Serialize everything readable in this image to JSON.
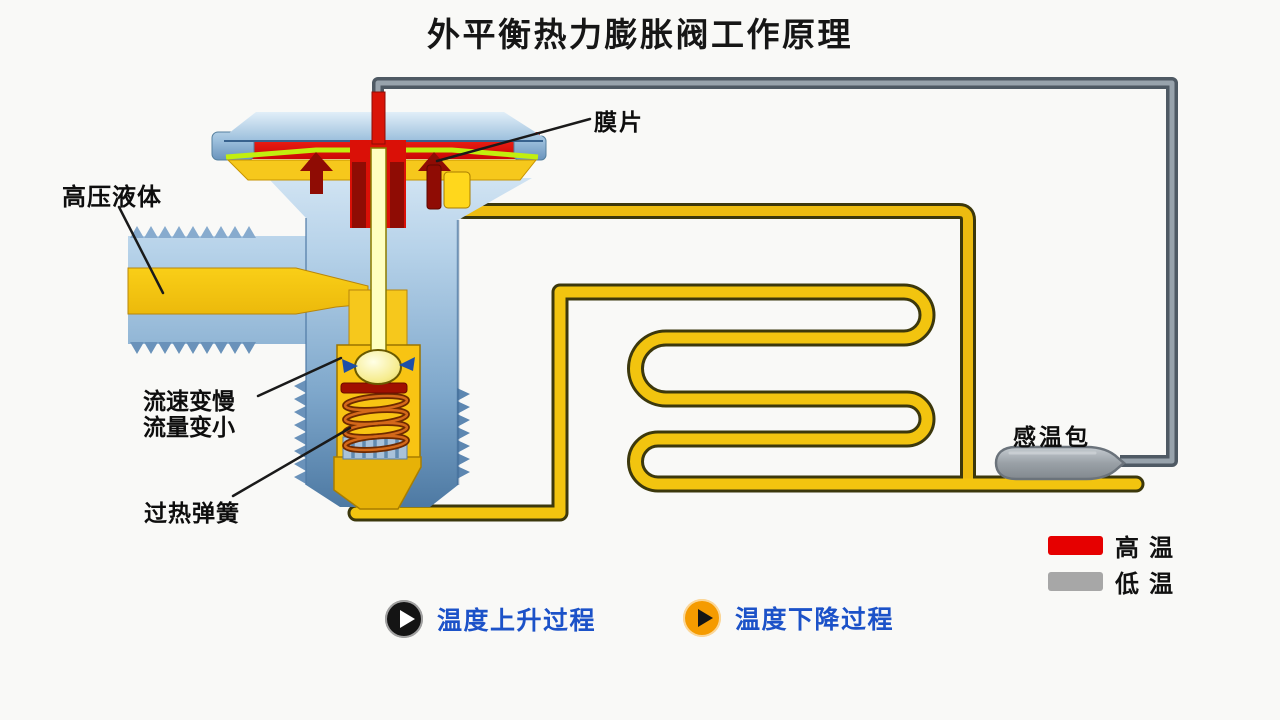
{
  "title": "外平衡热力膨胀阀工作原理",
  "diagram": {
    "labels": {
      "diaphragm": "膜片",
      "high_pressure_liquid": "高压液体",
      "flow_note_line1": "流速变慢",
      "flow_note_line2": "流量变小",
      "superheat_spring": "过热弹簧",
      "sensing_bulb": "感温包"
    },
    "colors": {
      "pipe_yellow": "#f2c40f",
      "valve_steel_blue": "#7fa8cc",
      "diaphragm_green": "#c2ef0e",
      "hot_red": "#e01010",
      "dark_red": "#8f0c04",
      "capillary_gray": "#4f5a64",
      "bulb_gray": "#9aa1a7"
    }
  },
  "legend": {
    "items": [
      {
        "label": "高温",
        "color": "#e60000"
      },
      {
        "label": "低温",
        "color": "#a7a7a7"
      }
    ]
  },
  "controls": {
    "rise_label": "温度上升过程",
    "fall_label": "温度下降过程",
    "rise_button_color": "#141414",
    "fall_button_color": "#f59b00"
  }
}
